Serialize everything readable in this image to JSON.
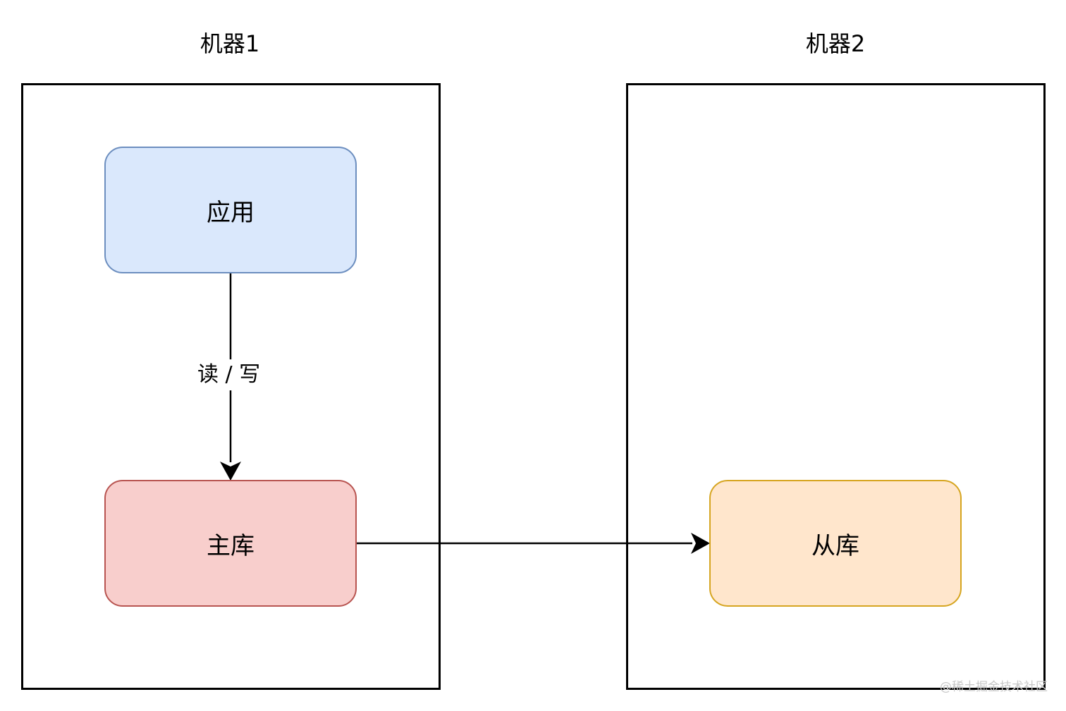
{
  "machines": [
    {
      "id": "machine1",
      "title": "机器1"
    },
    {
      "id": "machine2",
      "title": "机器2"
    }
  ],
  "nodes": {
    "app": {
      "label": "应用",
      "fill": "#dae8fc",
      "stroke": "#6c8ebf"
    },
    "master": {
      "label": "主库",
      "fill": "#f8cecc",
      "stroke": "#b85450"
    },
    "slave": {
      "label": "从库",
      "fill": "#ffe6cc",
      "stroke": "#d6a520"
    }
  },
  "edges": [
    {
      "from": "app",
      "to": "master",
      "label": "读 / 写"
    },
    {
      "from": "master",
      "to": "slave",
      "label": ""
    }
  ],
  "watermark": "@稀土掘金技术社区"
}
